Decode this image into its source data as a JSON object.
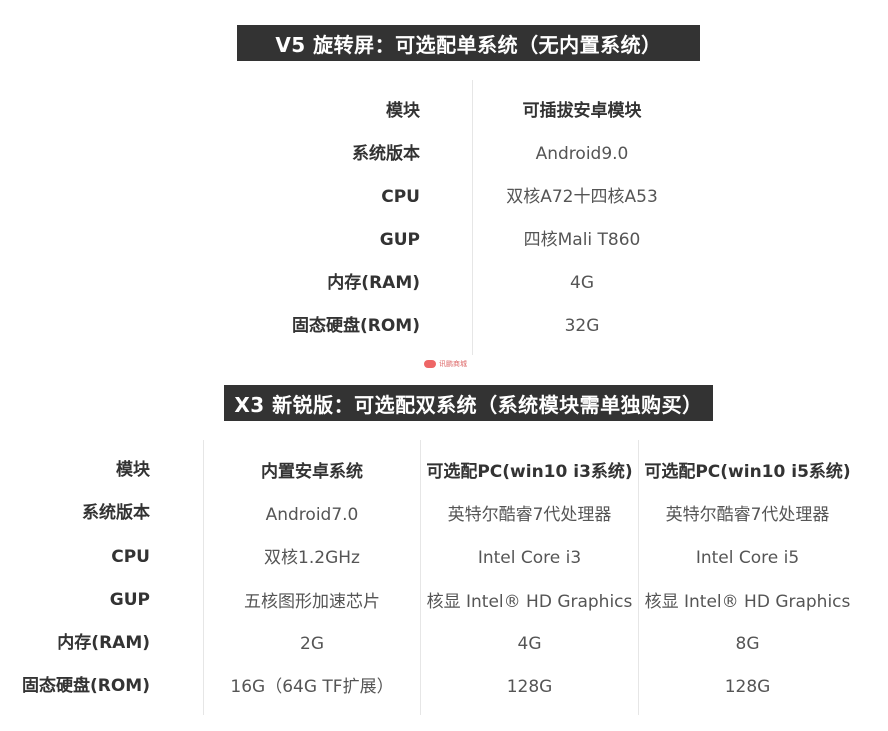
{
  "section1": {
    "title": "V5 旋转屏：可选配单系统（无内置系统）",
    "rows": [
      {
        "label": "模块",
        "value": "可插拔安卓模块"
      },
      {
        "label": "系统版本",
        "value": "Android9.0"
      },
      {
        "label": "CPU",
        "value": "双核A72十四核A53"
      },
      {
        "label": "GUP",
        "value": "四核Mali T860"
      },
      {
        "label": "内存(RAM)",
        "value": "4G"
      },
      {
        "label": "固态硬盘(ROM)",
        "value": "32G"
      }
    ]
  },
  "watermark": {
    "text": "讯鹏商城"
  },
  "section2": {
    "title": "X3 新锐版：可选配双系统（系统模块需单独购买）",
    "rows": [
      {
        "label": "模块",
        "c1": "内置安卓系统",
        "c2": "可选配PC(win10 i3系统)",
        "c3": "可选配PC(win10 i5系统)"
      },
      {
        "label": "系统版本",
        "c1": "Android7.0",
        "c2": "英特尔酷睿7代处理器",
        "c3": "英特尔酷睿7代处理器"
      },
      {
        "label": "CPU",
        "c1": "双核1.2GHz",
        "c2": "Intel Core i3",
        "c3": "Intel Core i5"
      },
      {
        "label": "GUP",
        "c1": "五核图形加速芯片",
        "c2": "核显 Intel® HD Graphics",
        "c3": "核显 Intel® HD Graphics"
      },
      {
        "label": "内存(RAM)",
        "c1": "2G",
        "c2": "4G",
        "c3": "8G"
      },
      {
        "label": "固态硬盘(ROM)",
        "c1": "16G（64G TF扩展）",
        "c2": "128G",
        "c3": "128G"
      }
    ]
  }
}
